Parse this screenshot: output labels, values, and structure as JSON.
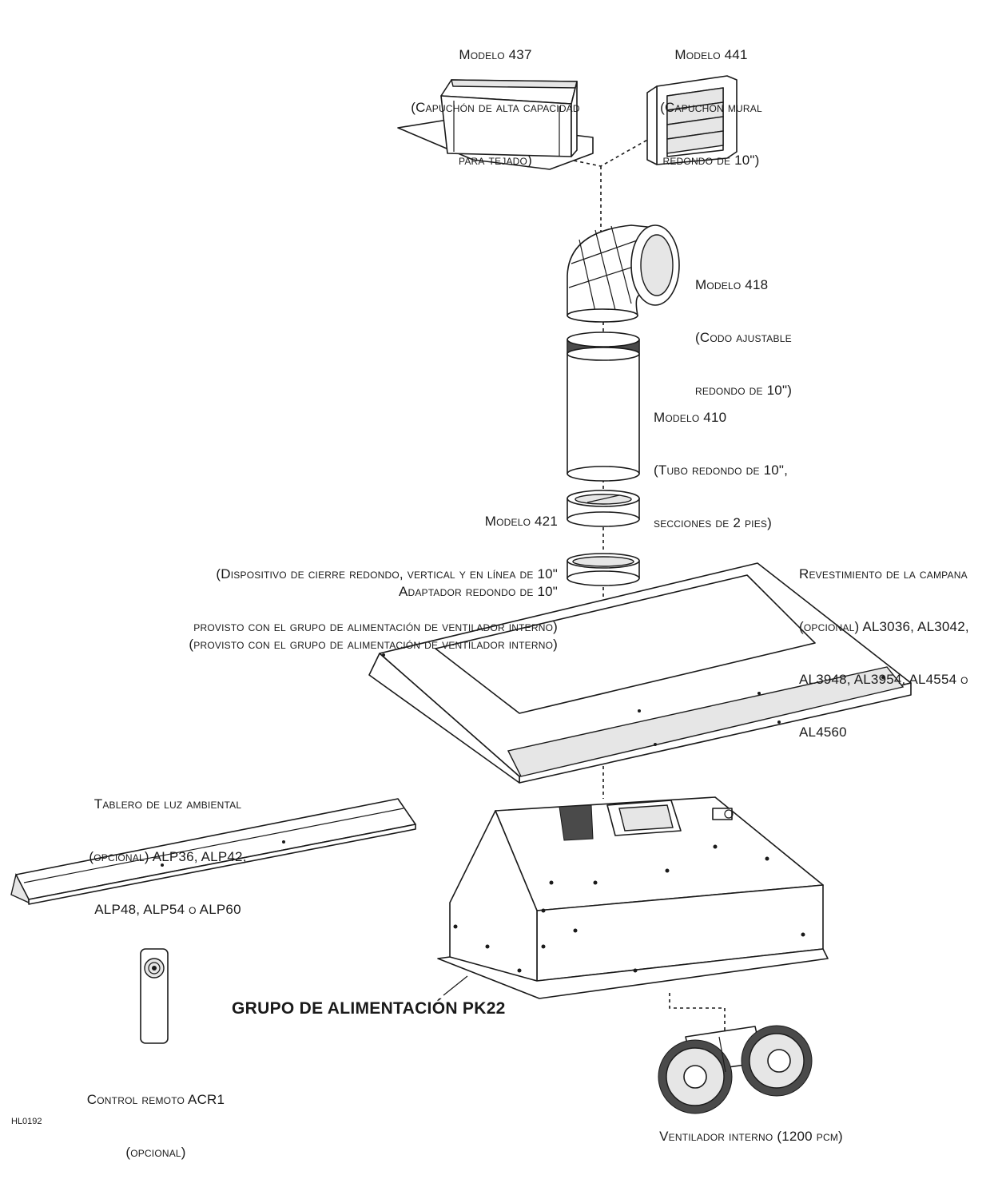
{
  "labels": {
    "model437": {
      "line1": "Modelo 437",
      "line2": "(Capuchón de alta capacidad",
      "line3": "para tejado)"
    },
    "model441": {
      "line1": "Modelo 441",
      "line2": "(Capuchón mural",
      "line3": "redondo de 10\")"
    },
    "model418": {
      "line1": "Modelo 418",
      "line2": "(Codo ajustable",
      "line3": "redondo de 10\")"
    },
    "model410": {
      "line1": "Modelo 410",
      "line2": "(Tubo redondo de 10\",",
      "line3": "secciones de 2 pies)"
    },
    "model421": {
      "line1": "Modelo 421",
      "line2": "(Dispositivo de cierre redondo, vertical y en línea de 10\"",
      "line3": "provisto con el grupo de alimentación de ventilador interno)"
    },
    "adapter": {
      "line1": "Adaptador redondo de 10\"",
      "line2": "(provisto con el grupo de alimentación de ventilador interno)"
    },
    "liner": {
      "line1": "Revestimiento de la campana",
      "line2": "(opcional) AL3036, AL3042,",
      "line3": "AL3948, AL3954, AL4554 o",
      "line4": "AL4560"
    },
    "light_panel": {
      "line1": "Tablero de luz ambiental",
      "line2": "(opcional) ALP36, ALP42,",
      "line3": "ALP48, ALP54 o ALP60"
    },
    "power_pack": "GRUPO DE ALIMENTACIÓN PK22",
    "remote": {
      "line1": "Control remoto ACR1",
      "line2": "(opcional)"
    },
    "blower": "Ventilador interno (1200 pcm)",
    "figure_code": "HL0192"
  },
  "icons": [
    "roof-cap-icon",
    "wall-cap-icon",
    "elbow-icon",
    "round-duct-icon",
    "damper-icon",
    "adapter-ring-icon",
    "hood-liner-icon",
    "light-panel-icon",
    "power-pack-icon",
    "remote-control-icon",
    "blower-icon"
  ]
}
